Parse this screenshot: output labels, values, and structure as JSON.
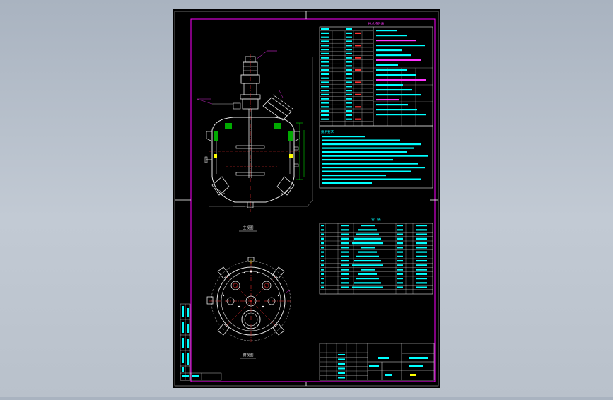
{
  "drawing": {
    "background": "#000000",
    "viewport_background": "#b3bcc7",
    "colors": {
      "border": "#ff00ff",
      "frame": "#ffffff",
      "geometry": "#e6e6e6",
      "centerline": "#ff3333",
      "dimension": "#00ff00",
      "annotation": "#00ffff",
      "accent": "#ffff00"
    },
    "labels": {
      "front_view": "主视图",
      "top_view": "俯视图",
      "nozzle_table": "管口表",
      "tech_requirements": "技术要求",
      "tech_data": "技术特性表"
    }
  }
}
